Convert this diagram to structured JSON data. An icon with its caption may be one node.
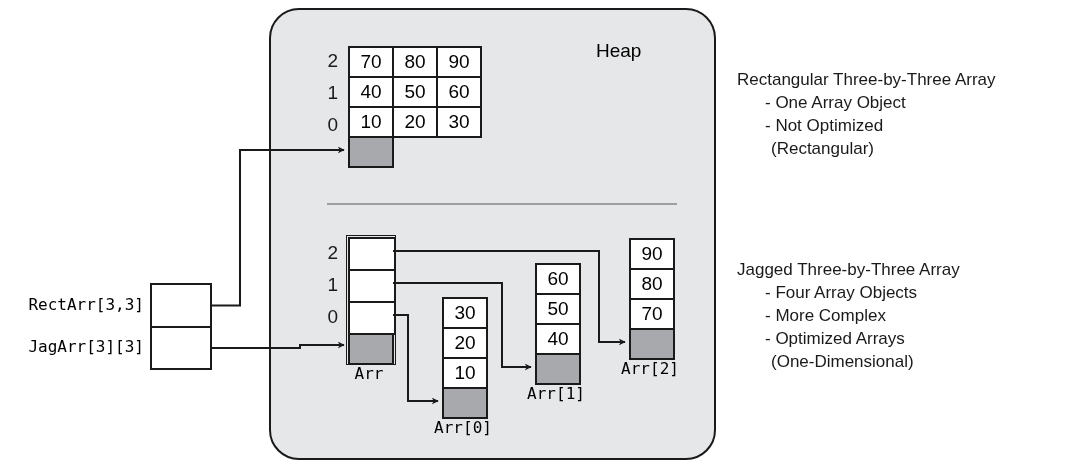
{
  "diagram": {
    "nodes": [
      {
        "text": [
          "Heap"
        ]
      },
      {
        "text": [
          "70",
          "80",
          "90",
          "40",
          "50",
          "60",
          "10",
          "20",
          "30"
        ],
        "in": 0
      },
      {
        "text": [],
        "shape": "box",
        "beside": [
          "RectArr[3,3]"
        ]
      },
      {
        "text": [],
        "shape": "box",
        "beside": [
          "JagArr[3][3]"
        ]
      },
      {
        "text": [],
        "shape": "box",
        "beside": [
          "Arr"
        ],
        "in": 0
      },
      {
        "text": [],
        "shape": "box",
        "in": 4
      },
      {
        "text": [],
        "shape": "box",
        "in": 4
      },
      {
        "text": [],
        "shape": "box",
        "in": 4
      },
      {
        "text": [
          "30",
          "20",
          "10"
        ],
        "beside": [
          "Arr[0]"
        ],
        "in": 0
      },
      {
        "text": [
          "60",
          "50",
          "40"
        ],
        "beside": [
          "Arr[1]"
        ],
        "in": 0
      },
      {
        "text": [
          "90",
          "80",
          "70"
        ],
        "beside": [
          "Arr[2]"
        ],
        "in": 0
      }
    ],
    "edges": [
      {
        "from": 2,
        "to": 1,
        "arrow": "to"
      },
      {
        "from": 3,
        "to": 4,
        "arrow": "to"
      },
      {
        "from": 7,
        "to": 8,
        "arrow": "to"
      },
      {
        "from": 6,
        "to": 9,
        "arrow": "to"
      },
      {
        "from": 5,
        "to": 10,
        "arrow": "to"
      }
    ],
    "labels": [
      "2",
      "1",
      "0",
      "Rectangular Three-by-Three Array",
      "- One Array Object",
      "- Not Optimized",
      "(Rectangular)",
      "2",
      "1",
      "0",
      "Jagged Three-by-Three Array",
      "- Four Array Objects",
      "- More Complex",
      "- Optimized Arrays",
      "(One-Dimensional)"
    ]
  }
}
